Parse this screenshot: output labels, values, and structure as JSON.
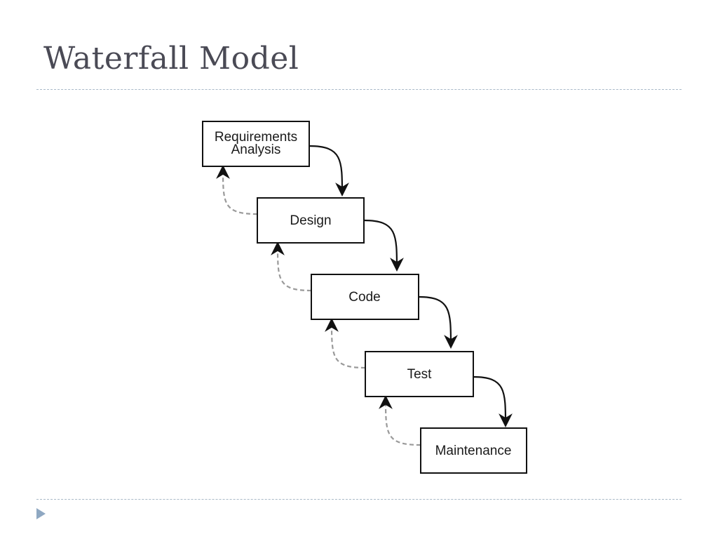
{
  "slide": {
    "title": "Waterfall Model"
  },
  "diagram": {
    "phases": [
      {
        "id": "requirements-analysis",
        "lines": [
          "Requirements",
          "Analysis"
        ]
      },
      {
        "id": "design",
        "lines": [
          "Design"
        ]
      },
      {
        "id": "code",
        "lines": [
          "Code"
        ]
      },
      {
        "id": "test",
        "lines": [
          "Test"
        ]
      },
      {
        "id": "maintenance",
        "lines": [
          "Maintenance"
        ]
      }
    ],
    "forward_arrow_color": "#111111",
    "feedback_arrow_color": "#9a9a9a"
  },
  "colors": {
    "title": "#4a4a55",
    "rule": "#a9b9c8",
    "bullet": "#8fa8c2"
  },
  "icons": [
    "triangle-bullet-icon"
  ]
}
